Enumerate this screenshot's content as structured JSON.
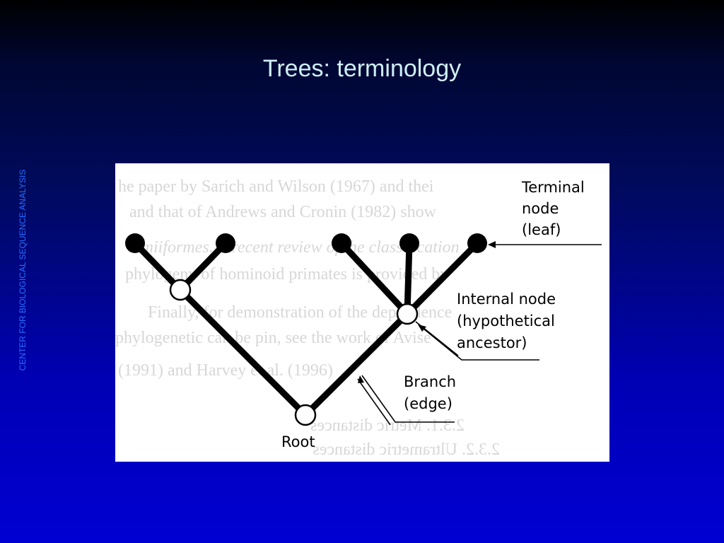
{
  "slide": {
    "title": "Trees: terminology",
    "side_label": "CENTER FOR BIOLOGICAL SEQUENCE ANALYSIS"
  },
  "figure": {
    "labels": {
      "terminal_1": "Terminal",
      "terminal_2": "node",
      "terminal_3": "(leaf)",
      "internal_1": "Internal node",
      "internal_2": "(hypothetical",
      "internal_3": "ancestor)",
      "branch_1": "Branch",
      "branch_2": "(edge)",
      "root": "Root"
    },
    "bleed_through_lines": [
      "he paper by Sarich and Wilson (1967) and thei",
      "and that of Andrews and Cronin (1982) show",
      "Simiiformes. A recent review of the classification",
      "phylogeny of hominoid primates is provided by",
      "Finally, for demonstration of the dependence",
      "phylogenetic can be pin, see the work of Avise",
      "(1991) and Harvey et al. (1996)",
      "2.3.1. Metric distances",
      "2.3.2. Ultrametric distances"
    ],
    "colors": {
      "ink": "#000000",
      "bleed": "#d7d7d7",
      "node_fill_open": "#ffffff"
    }
  }
}
